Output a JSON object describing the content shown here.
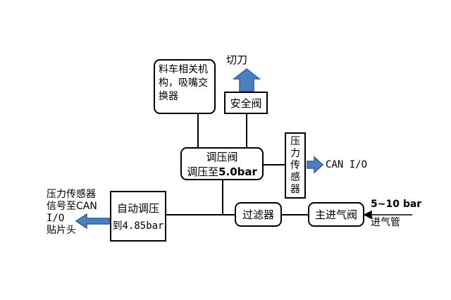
{
  "diagram": {
    "colors": {
      "line": "#000000",
      "arrow_fill": "#4a7fc1",
      "arrow_stroke": "#2f5f9a"
    },
    "nodes": {
      "feed_mechanism": {
        "line1": "料车相关机",
        "line2": "构，吸嘴交",
        "line3": "换器"
      },
      "safety_valve": {
        "label": "安全阀"
      },
      "cutter": {
        "label": "切刀"
      },
      "regulator_valve": {
        "line1": "调压阀",
        "line2_prefix": "调压至",
        "line2_value": "5.0bar"
      },
      "pressure_sensor": {
        "label_chars": [
          "压",
          "力",
          "传",
          "感",
          "器"
        ]
      },
      "can_io_right": {
        "label": "CAN I/O"
      },
      "auto_regulator": {
        "line1": "自动调压",
        "line2": "到4.85bar"
      },
      "filter": {
        "label": "过滤器"
      },
      "main_inlet_valve": {
        "label": "主进气阀"
      },
      "inlet_pressure": {
        "label": "5~10 bar"
      },
      "inlet_pipe": {
        "label": "进气管"
      },
      "signal_note": {
        "line1": "压力传感器",
        "line2": "信号至CAN",
        "line3": "I/O",
        "line4": "贴片头"
      }
    }
  }
}
